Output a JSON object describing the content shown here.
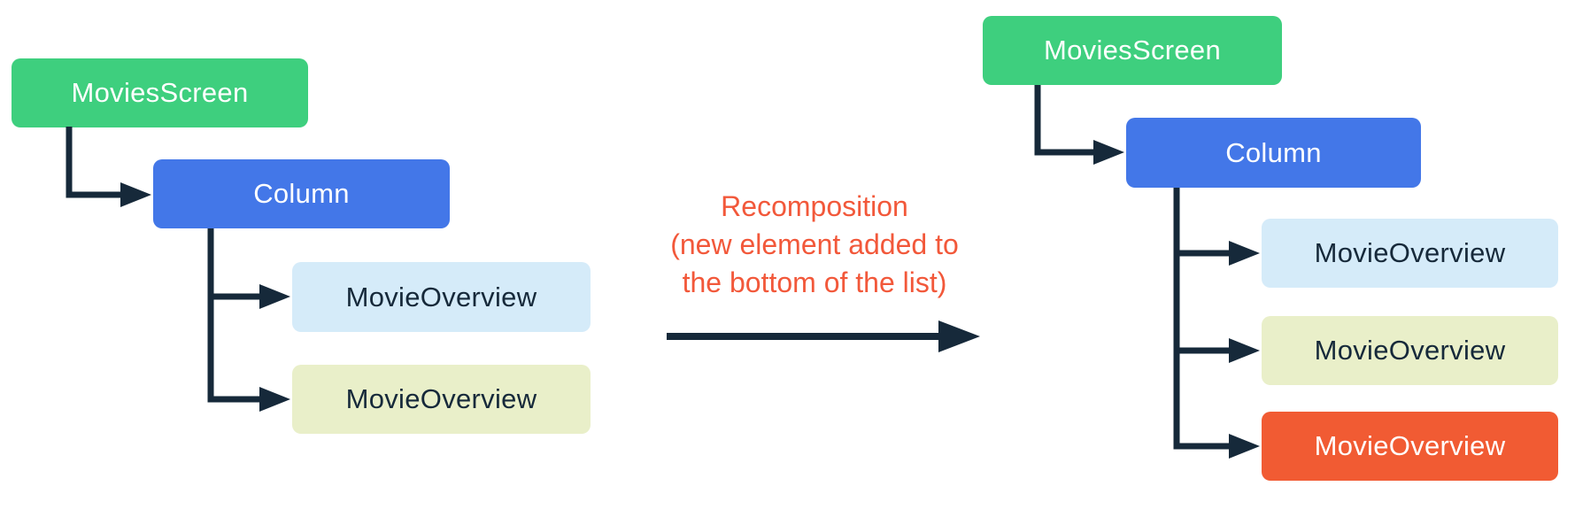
{
  "colors": {
    "root": "#3ECF7E",
    "column": "#4377E8",
    "child_blue": "#D5EBF9",
    "child_yellow": "#E9EFC9",
    "child_orange": "#F15B33",
    "connector": "#16293A",
    "annotation": "#F2583A"
  },
  "left_tree": {
    "root": {
      "label": "MoviesScreen"
    },
    "column": {
      "label": "Column"
    },
    "children": [
      {
        "label": "MovieOverview"
      },
      {
        "label": "MovieOverview"
      }
    ]
  },
  "right_tree": {
    "root": {
      "label": "MoviesScreen"
    },
    "column": {
      "label": "Column"
    },
    "children": [
      {
        "label": "MovieOverview"
      },
      {
        "label": "MovieOverview"
      },
      {
        "label": "MovieOverview"
      }
    ]
  },
  "annotation": {
    "lines": [
      "Recomposition",
      "(new element added to",
      "the bottom of the list)"
    ]
  }
}
